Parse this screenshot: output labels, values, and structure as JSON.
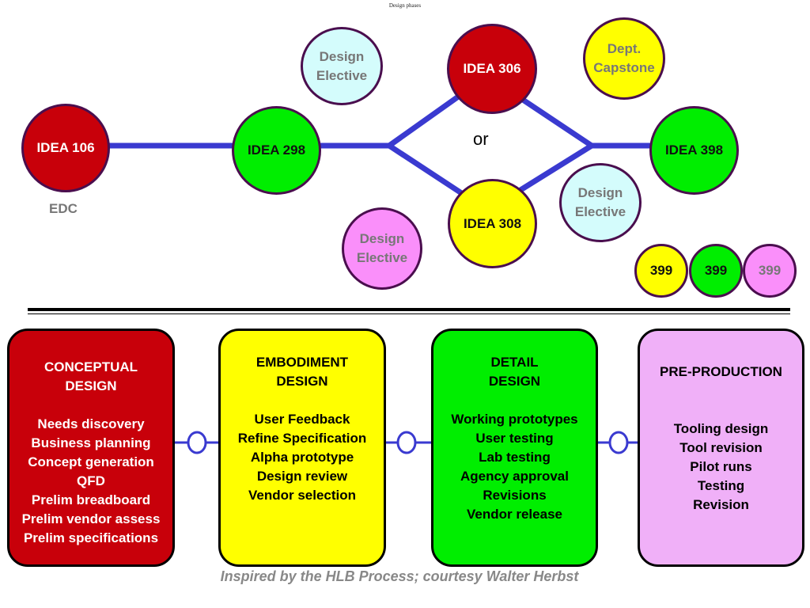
{
  "page_title": "Design phases",
  "courses": {
    "idea106": "IDEA 106",
    "edc": "EDC",
    "idea298": "IDEA 298",
    "idea306": "IDEA 306",
    "idea308": "IDEA 308",
    "idea398": "IDEA 398",
    "or": "or",
    "elective_cyan_top": "Design\nElective",
    "elective_cyan_right": "Design\nElective",
    "elective_pink": "Design\nElective",
    "capstone": "Dept.\nCapstone",
    "c399_a": "399",
    "c399_b": "399",
    "c399_c": "399"
  },
  "colors": {
    "red": "#c8000a",
    "green": "#00ee00",
    "yellow": "#ffff00",
    "light_cyan": "#d4fcfc",
    "pink": "#fa8ffa",
    "light_violet": "#f0b0f8",
    "connector_blue": "#3a3ad0",
    "border_purple": "#4a0e4e"
  },
  "phases": [
    {
      "title": "CONCEPTUAL\nDESIGN",
      "items": [
        "Needs discovery",
        "Business planning",
        "Concept generation",
        "QFD",
        "Prelim breadboard",
        "Prelim vendor assess",
        "Prelim specifications"
      ]
    },
    {
      "title": "EMBODIMENT\nDESIGN",
      "items": [
        "User Feedback",
        "Refine Specification",
        "Alpha prototype",
        "Design review",
        "Vendor selection"
      ]
    },
    {
      "title": "DETAIL\nDESIGN",
      "items": [
        "Working prototypes",
        "User testing",
        "Lab testing",
        "Agency approval",
        "Revisions",
        "Vendor release"
      ]
    },
    {
      "title": "PRE-PRODUCTION",
      "items": [
        "Tooling design",
        "Tool revision",
        "Pilot runs",
        "Testing",
        "Revision"
      ]
    }
  ],
  "credit": "Inspired by the HLB Process; courtesy Walter Herbst"
}
